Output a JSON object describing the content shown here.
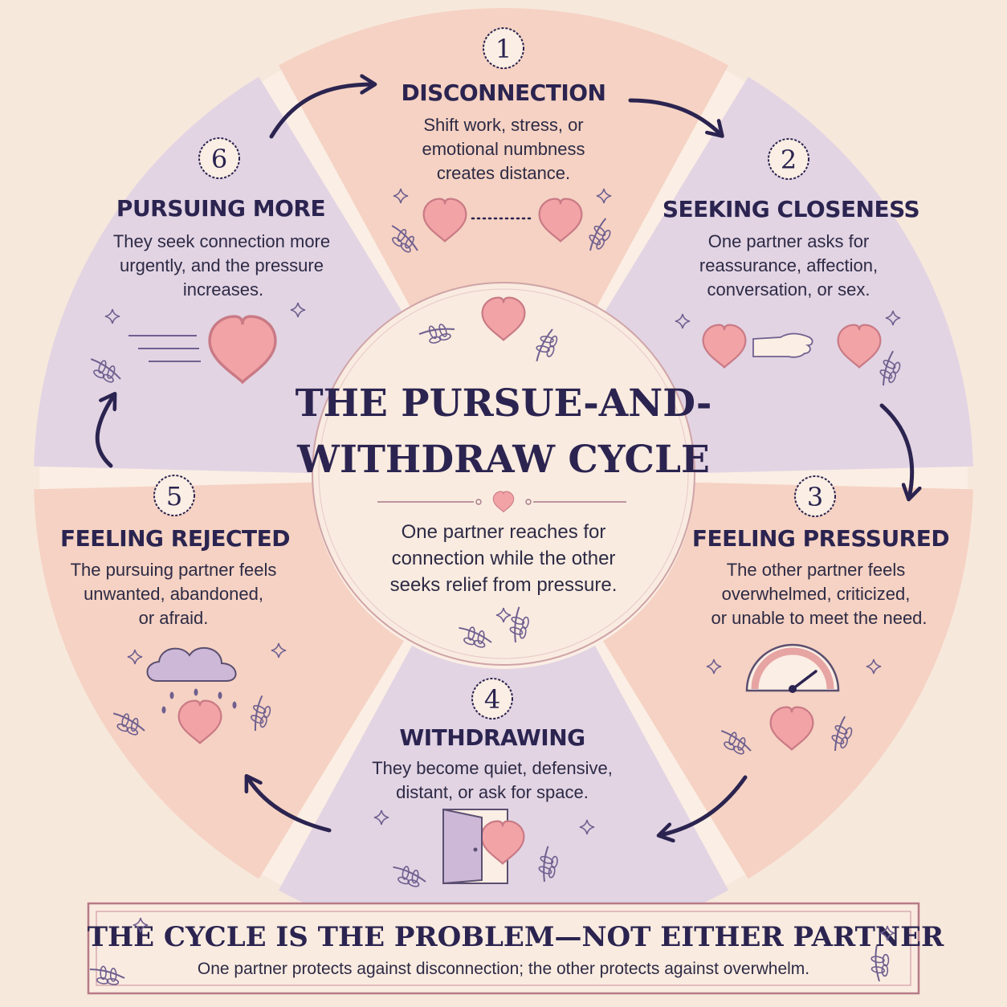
{
  "title_line1": "THE PURSUE-AND-",
  "title_line2": "WITHDRAW CYCLE",
  "center_text": [
    "One partner reaches for",
    "connection while the other",
    "seeks relief from pressure."
  ],
  "colors": {
    "peach": "#f5d2c3",
    "lavender": "#e2d4e3",
    "navy": "#2b2450",
    "heart": "#f2a3a6",
    "cream": "#f9ebe0"
  },
  "stages": [
    {
      "number": "1",
      "title": "DISCONNECTION",
      "body": [
        "Shift work, stress, or",
        "emotional numbness",
        "creates distance."
      ],
      "icon": "two-hearts-dotted-icon"
    },
    {
      "number": "2",
      "title": "SEEKING CLOSENESS",
      "body": [
        "One partner asks for",
        "reassurance, affection,",
        "conversation, or sex."
      ],
      "icon": "reaching-hand-icon"
    },
    {
      "number": "3",
      "title": "FEELING PRESSURED",
      "body": [
        "The other partner feels",
        "overwhelmed, criticized,",
        "or unable to meet the need."
      ],
      "icon": "pressure-gauge-icon"
    },
    {
      "number": "4",
      "title": "WITHDRAWING",
      "body": [
        "They become quiet, defensive,",
        "distant, or ask for space."
      ],
      "icon": "open-door-icon"
    },
    {
      "number": "5",
      "title": "FEELING REJECTED",
      "body": [
        "The pursuing partner feels",
        "unwanted, abandoned,",
        "or afraid."
      ],
      "icon": "rain-cloud-icon"
    },
    {
      "number": "6",
      "title": "PURSUING MORE",
      "body": [
        "They seek connection more",
        "urgently, and the pressure",
        "increases."
      ],
      "icon": "speeding-heart-icon"
    }
  ],
  "banner": {
    "title": "THE CYCLE IS THE PROBLEM—NOT EITHER PARTNER",
    "subtitle": "One partner protects against disconnection; the other protects against overwhelm."
  }
}
